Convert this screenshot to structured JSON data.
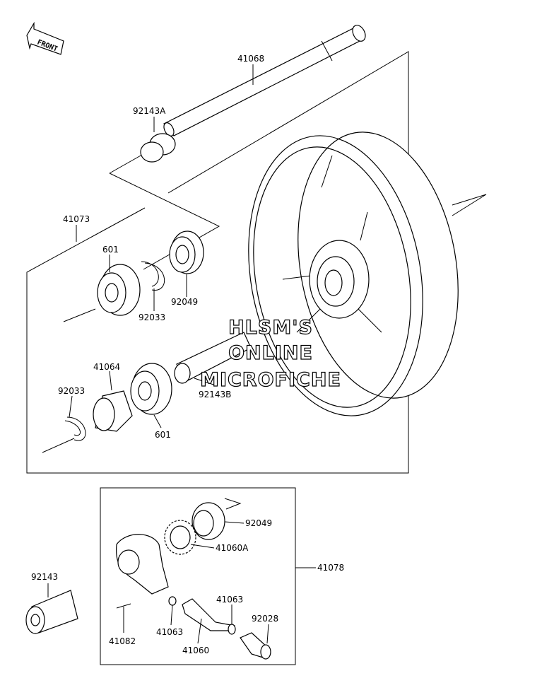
{
  "direction_label": "FRONT",
  "watermark": {
    "line1": "HLSM'S",
    "line2": "ONLINE",
    "line3": "MICROFICHE"
  },
  "parts": {
    "axle": "41068",
    "axle_collar_left": "92143A",
    "hub_assembly": "41073",
    "bearing_left": "601",
    "circlip_left": "92033",
    "oil_seal_left": "92049",
    "hub_collar": "41064",
    "circlip_right": "92033",
    "bearing_right": "601",
    "axle_collar_center": "92143B",
    "oil_seal_gear": "92049",
    "speedo_gear": "41060A",
    "speedo_gearbox": "41078",
    "spacer_collar": "92143",
    "washer_upper": "41063",
    "bushing": "92028",
    "pin": "41082",
    "washer_lower": "41063",
    "pinion": "41060"
  }
}
